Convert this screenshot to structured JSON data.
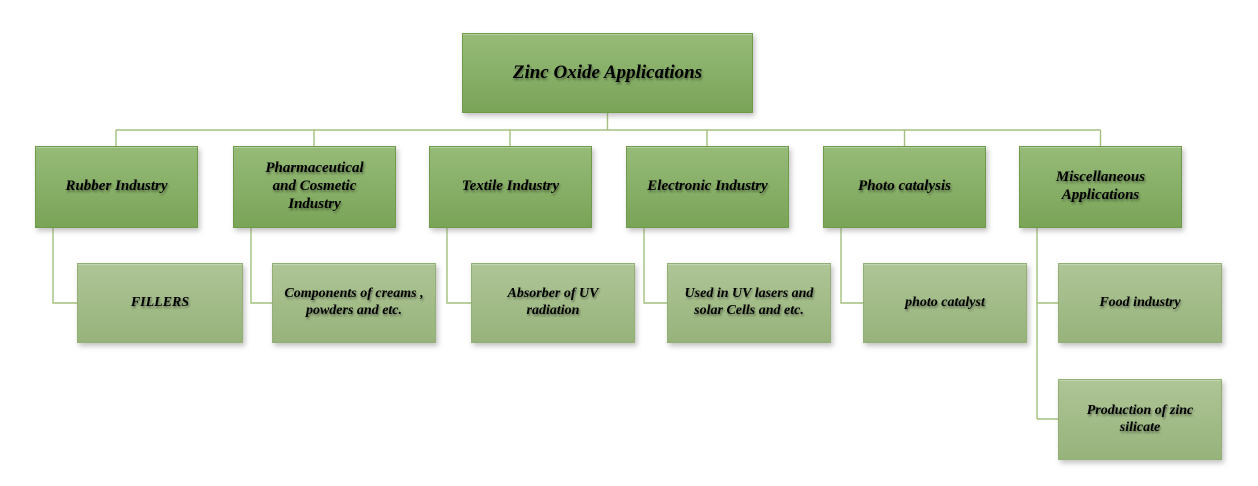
{
  "diagram": {
    "type": "hierarchy",
    "root": {
      "label": "Zinc Oxide Applications"
    },
    "branches": [
      {
        "label": "Rubber Industry",
        "children": [
          {
            "label": "FILLERS"
          }
        ]
      },
      {
        "label": "Pharmaceutical and Cosmetic Industry",
        "children": [
          {
            "label": "Components of creams , powders and etc."
          }
        ]
      },
      {
        "label": "Textile Industry",
        "children": [
          {
            "label": "Absorber of UV radiation"
          }
        ]
      },
      {
        "label": "Electronic Industry",
        "children": [
          {
            "label": "Used in UV lasers and solar Cells and etc."
          }
        ]
      },
      {
        "label": "Photo catalysis",
        "children": [
          {
            "label": "photo catalyst"
          }
        ]
      },
      {
        "label": "Miscellaneous Applications",
        "children": [
          {
            "label": "Food industry"
          },
          {
            "label": "Production of zinc silicate"
          }
        ]
      }
    ],
    "colors": {
      "branch_box_top": "#96bb78",
      "branch_box_bottom": "#7aa458",
      "branch_box_border": "#6f9a4a",
      "leaf_box_top": "#aec596",
      "leaf_box_bottom": "#97b37b",
      "leaf_box_border": "#92b075",
      "connector_line": "#a3c07e",
      "text": "#000000",
      "background": "#ffffff"
    }
  }
}
